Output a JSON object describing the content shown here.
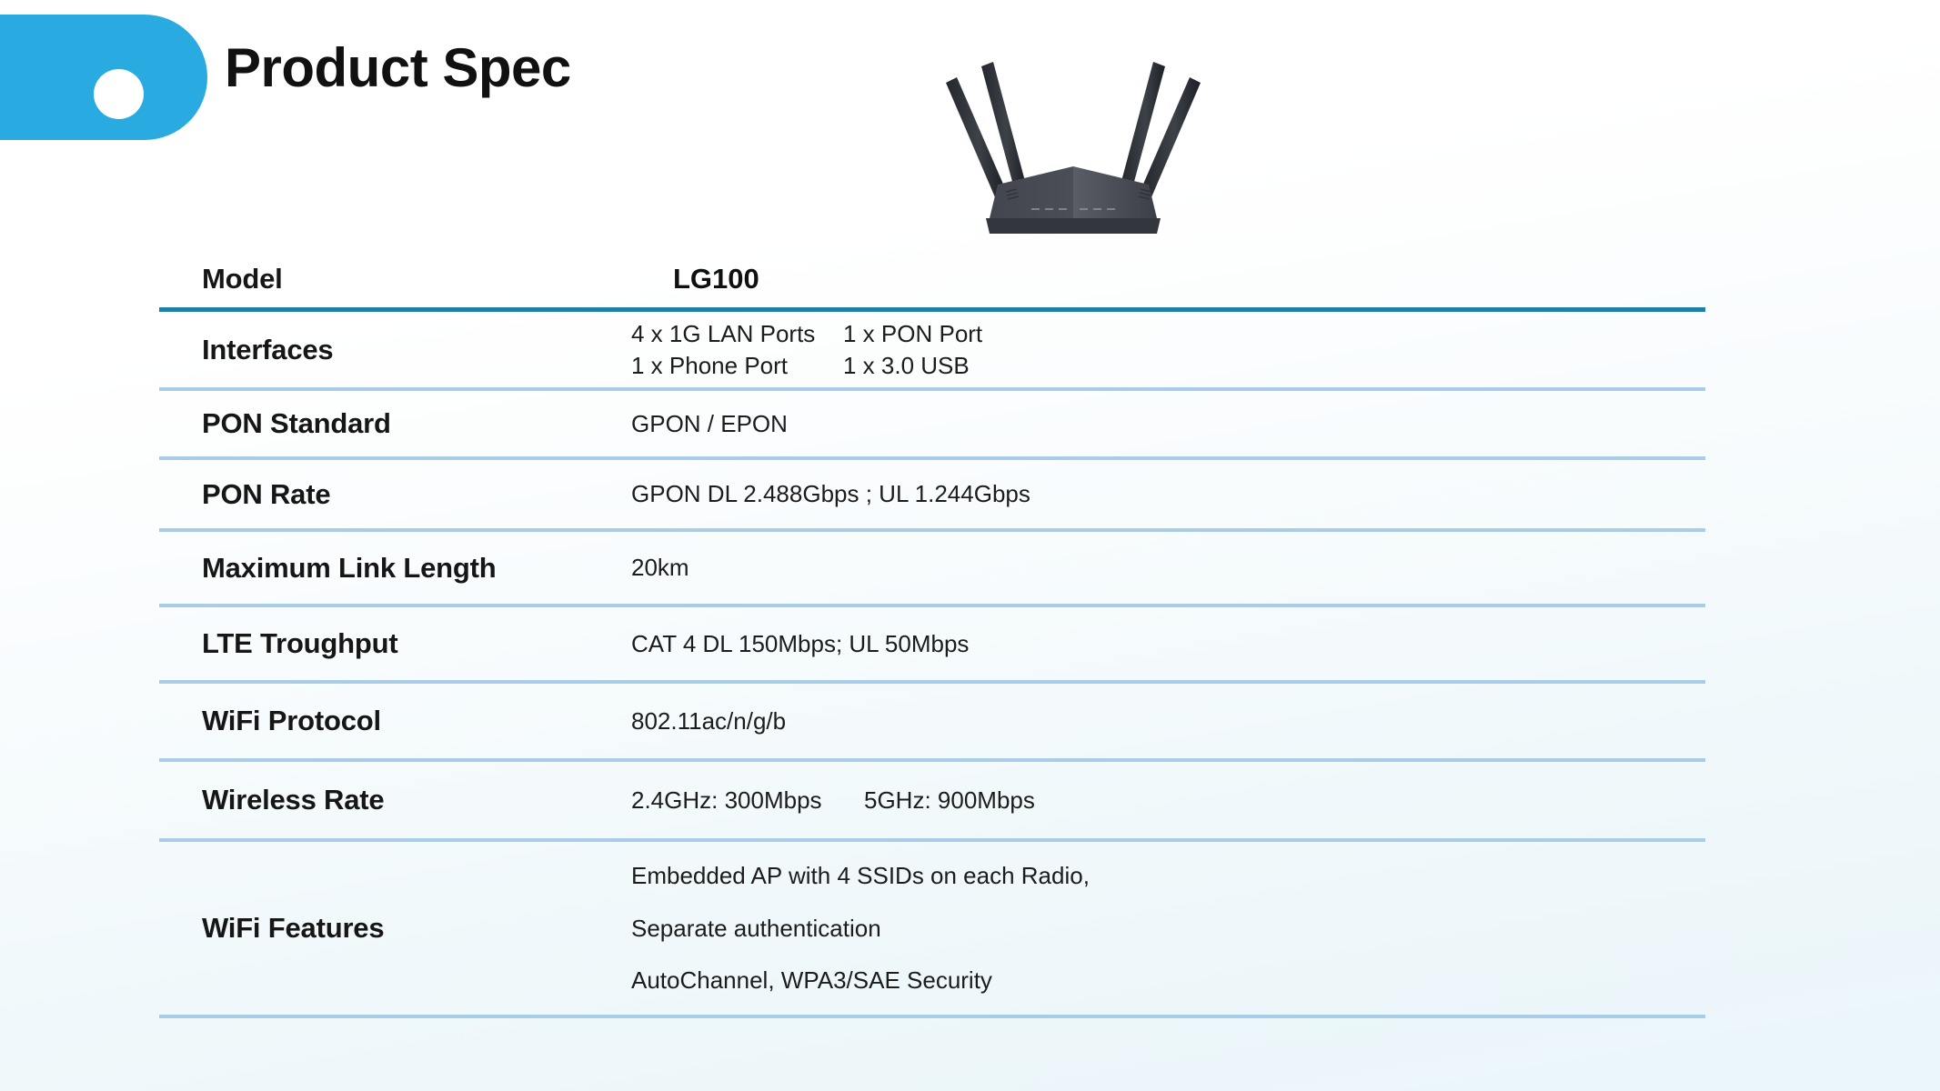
{
  "header": {
    "title": "Product Spec",
    "tag_icon": "bookmark-tag-shape",
    "accent_blue": "#29abe2"
  },
  "product_image": {
    "alt": "wifi-router-four-antennas",
    "body_color": "#3a3d45",
    "antenna_color": "#2e3138"
  },
  "table": {
    "header_rule_color": "#1f7fa5",
    "rule_color": "#a9cde6",
    "rows": [
      {
        "label": "Model",
        "value": "LG100",
        "type": "model"
      },
      {
        "label": "Interfaces",
        "type": "grid2",
        "cells": [
          "4 x 1G LAN Ports",
          "1 x PON Port",
          "1 x Phone Port",
          "1 x 3.0 USB"
        ]
      },
      {
        "label": "PON Standard",
        "value": "GPON / EPON",
        "type": "text"
      },
      {
        "label": "PON Rate",
        "value": "GPON DL 2.488Gbps ; UL 1.244Gbps",
        "type": "text"
      },
      {
        "label": "Maximum Link Length",
        "value": "20km",
        "type": "text"
      },
      {
        "label": "LTE Troughput",
        "value": "CAT 4 DL 150Mbps; UL 50Mbps",
        "type": "text"
      },
      {
        "label": "WiFi Protocol",
        "value": "802.11ac/n/g/b",
        "type": "text"
      },
      {
        "label": "Wireless Rate",
        "type": "grid2",
        "cells": [
          "2.4GHz: 300Mbps",
          "5GHz: 900Mbps"
        ]
      },
      {
        "label": "WiFi Features",
        "type": "multiline",
        "lines": [
          "Embedded AP with 4 SSIDs on each Radio,",
          "Separate authentication",
          "AutoChannel,  WPA3/SAE Security"
        ]
      }
    ]
  }
}
